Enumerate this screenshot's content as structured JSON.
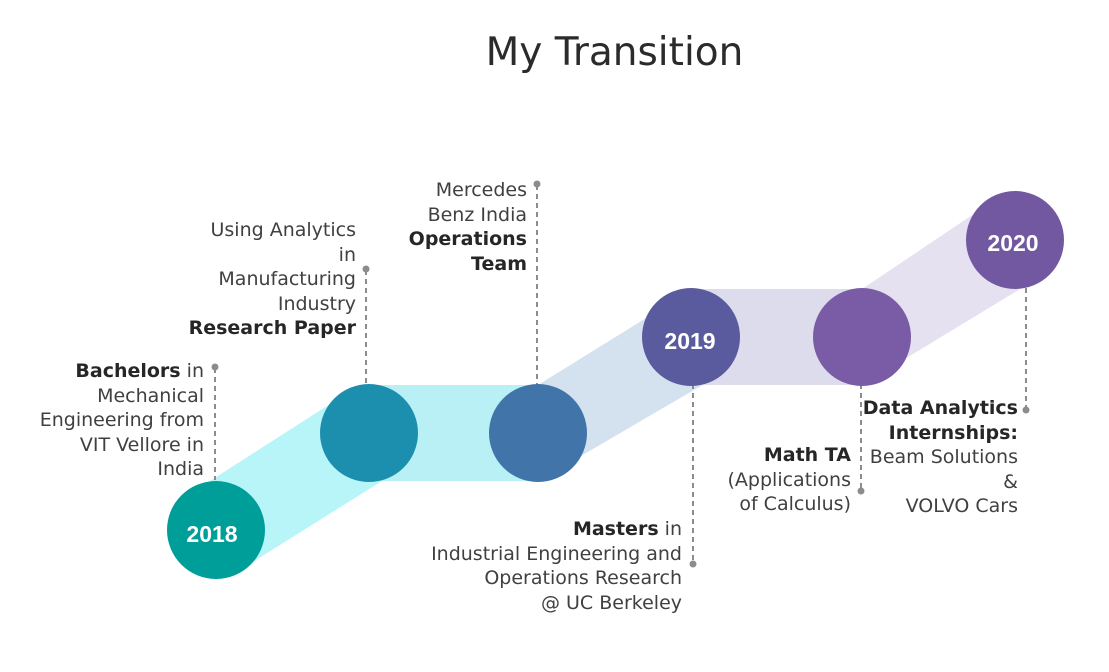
{
  "title": "My Transition",
  "years": {
    "y2018": "2018",
    "y2019": "2019",
    "y2020": "2020"
  },
  "milestones": {
    "bachelors": {
      "bold": "Bachelors",
      "line1_rest": " in",
      "line2": "Mechanical",
      "line3": "Engineering from",
      "line4": "VIT Vellore in",
      "line5": "India"
    },
    "research": {
      "line1": "Using Analytics",
      "line2": "in",
      "line3": "Manufacturing",
      "line4": "Industry",
      "bold": "Research Paper"
    },
    "mercedes": {
      "line1": "Mercedes",
      "line2": "Benz India",
      "bold1": "Operations",
      "bold2": "Team"
    },
    "masters": {
      "bold": "Masters",
      "line1_rest": " in",
      "line2": "Industrial Engineering and",
      "line3": "Operations Research",
      "line4": "@ UC Berkeley"
    },
    "math_ta": {
      "bold": "Math TA",
      "line2": "(Applications",
      "line3": "of Calculus)"
    },
    "internships": {
      "bold1": "Data Analytics",
      "bold2": "Internships:",
      "line3": "Beam Solutions",
      "line4": "&",
      "line5": "VOLVO Cars"
    }
  },
  "colors": {
    "c2018": "#009e99",
    "c_research": "#1b8fad",
    "c_mercedes": "#4174a8",
    "c2019": "#5a5a9e",
    "c_mathta": "#7a5ba5",
    "c2020": "#7158a1",
    "band_cyan": "#b8f5f8",
    "band_blue": "#d4e2ef",
    "band_lavender": "#e3def0",
    "connector": "#8c8c8c"
  }
}
